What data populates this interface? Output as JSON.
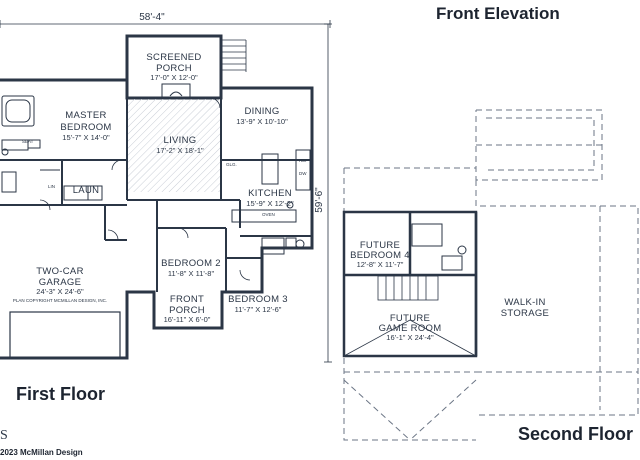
{
  "titles": {
    "front_elevation": "Front Elevation",
    "first_floor": "First Floor",
    "second_floor": "Second Floor",
    "copyright": "2023 McMillan Design",
    "logo_fragment": "S"
  },
  "dimensions": {
    "width": "58'-4\"",
    "depth": "59'-6\""
  },
  "rooms": {
    "screened_porch": {
      "name_1": "SCREENED",
      "name_2": "PORCH",
      "size": "17'-0\" X 12'-0\""
    },
    "master": {
      "name_1": "MASTER",
      "name_2": "BEDROOM",
      "size": "15'-7\" X 14'-0\""
    },
    "living": {
      "name": "LIVING",
      "size": "17'-2\" X 18'-1\""
    },
    "dining": {
      "name": "DINING",
      "size": "13'-9\" X 10'-10\""
    },
    "kitchen": {
      "name": "KITCHEN",
      "size": "15'-9\" X 12'-2\""
    },
    "laundry": {
      "name": "LAUN"
    },
    "garage": {
      "name_1": "TWO-CAR",
      "name_2": "GARAGE",
      "size": "24'-3\" X 24'-6\""
    },
    "garage_note": "PLAN COPYRIGHT MCMILLAN DESIGN, INC.",
    "bedroom2": {
      "name": "BEDROOM 2",
      "size": "11'-8\" X 11'-8\""
    },
    "bedroom3": {
      "name": "BEDROOM 3",
      "size": "11'-7\" X 12'-6\""
    },
    "front_porch": {
      "name_1": "FRONT",
      "name_2": "PORCH",
      "size": "16'-11\" X 6'-0\""
    },
    "bedroom4": {
      "name_1": "FUTURE",
      "name_2": "BEDROOM 4",
      "size": "12'-8\" X 11'-7\""
    },
    "game_room": {
      "name_1": "FUTURE",
      "name_2": "GAME ROOM",
      "size": "16'-1\" X 24'-4\""
    },
    "walkin": {
      "name_1": "WALK-IN",
      "name_2": "STORAGE"
    }
  },
  "small_labels": {
    "ref": "REF",
    "dw": "DW",
    "seat": "SEAT",
    "lin": "LIN",
    "oven": "OVEN",
    "glass": "GLG."
  }
}
